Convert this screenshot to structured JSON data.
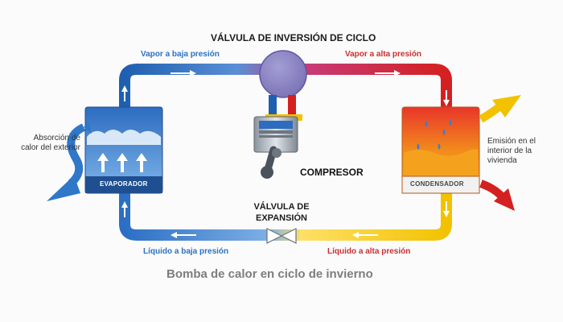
{
  "labels": {
    "valvula_inversion": "VÁLVULA DE INVERSIÓN DE CICLO",
    "vapor_baja": "Vapor a baja presión",
    "vapor_alta": "Vapor a alta presión",
    "liquido_baja": "Líquido a baja presión",
    "liquido_alta": "Líquido a alta presión",
    "compresor": "COMPRESOR",
    "valvula_expansion": "VÁLVULA DE EXPANSIÓN",
    "absorcion": "Absorción de calor del exterior",
    "emision": "Emisión en el interior de la vivienda",
    "evaporador": "EVAPORADOR",
    "condensador": "CONDENSADOR",
    "caption": "Bomba de calor en ciclo de invierno"
  },
  "colors": {
    "low_pressure": "#2f77c8",
    "high_pressure_vapor": "#d42626",
    "high_pressure_liquid": "#f1c400",
    "valve": "#8d86c2",
    "caption": "#7d7d7d"
  }
}
